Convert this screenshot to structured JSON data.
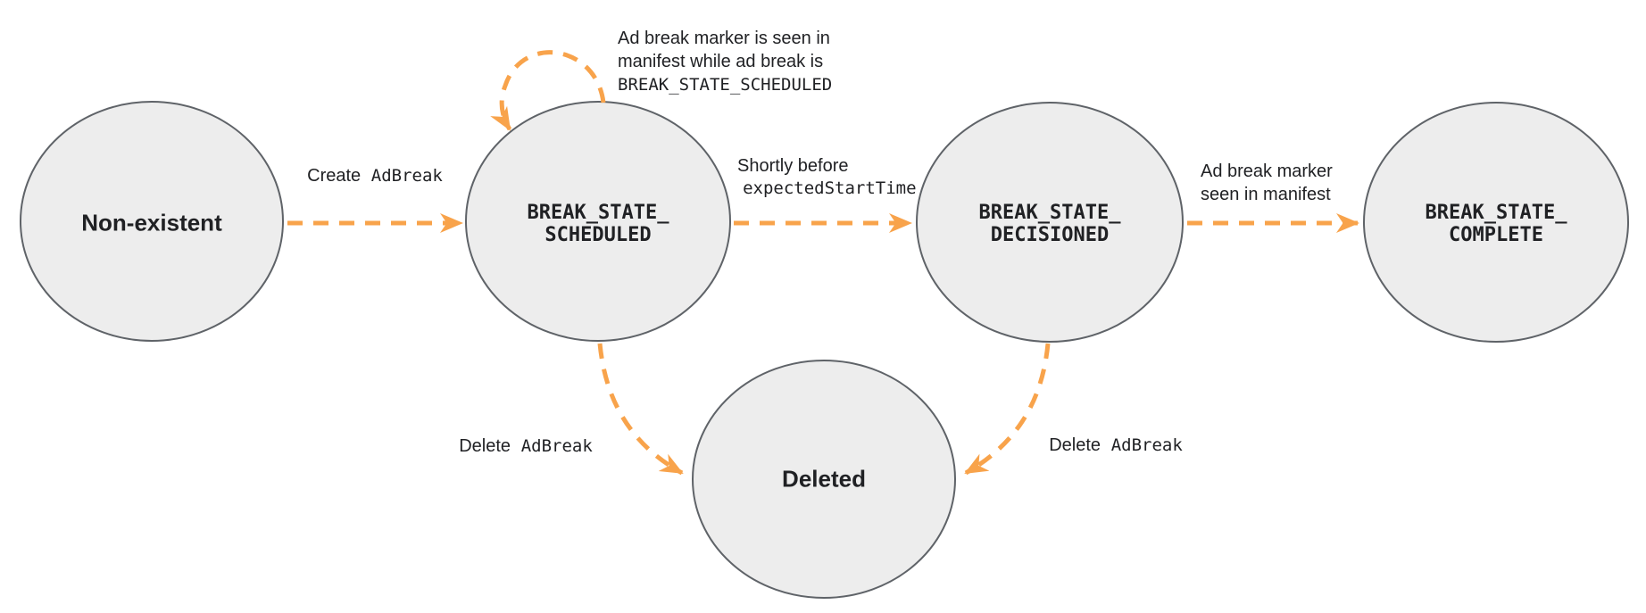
{
  "colors": {
    "arrow_orange": "#F8A34B",
    "node_fill": "#EDEDED",
    "node_border": "#5F6368",
    "text": "#202124"
  },
  "states": {
    "non_existent": {
      "label": "Non-existent"
    },
    "scheduled": {
      "line1": "BREAK_STATE_",
      "line2": "SCHEDULED"
    },
    "decisioned": {
      "line1": "BREAK_STATE_",
      "line2": "DECISIONED"
    },
    "complete": {
      "line1": "BREAK_STATE_",
      "line2": "COMPLETE"
    },
    "deleted": {
      "label": "Deleted"
    }
  },
  "transitions": {
    "create": {
      "text": "Create",
      "code": "AdBreak"
    },
    "self_loop": {
      "line1": "Ad break marker is seen in",
      "line2": "manifest while ad break is",
      "code": "BREAK_STATE_SCHEDULED"
    },
    "decision": {
      "text": "Shortly before",
      "code": "expectedStartTime"
    },
    "marker_seen": {
      "line1": "Ad break marker",
      "line2": "seen in manifest"
    },
    "delete_from_scheduled": {
      "text": "Delete",
      "code": "AdBreak"
    },
    "delete_from_decisioned": {
      "text": "Delete",
      "code": "AdBreak"
    }
  }
}
